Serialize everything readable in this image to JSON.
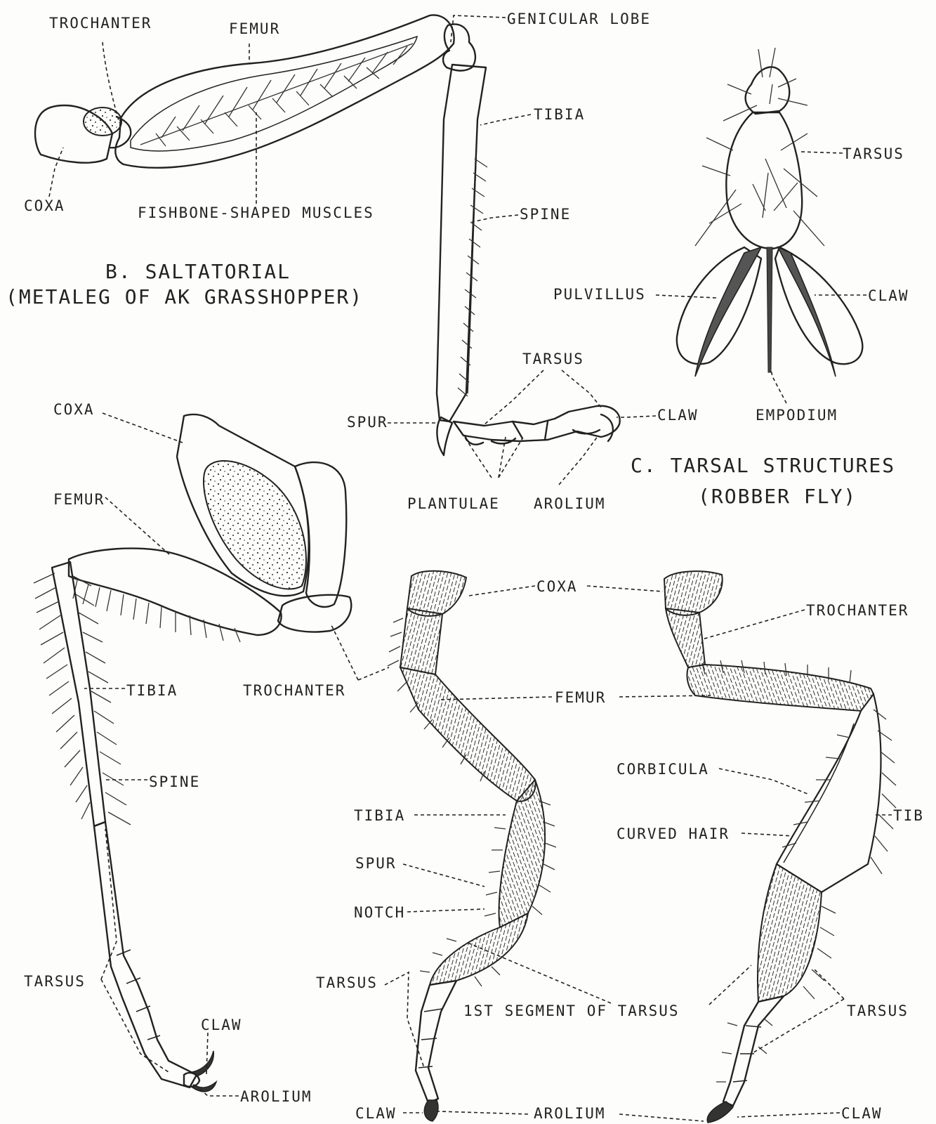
{
  "panel_b": {
    "caption_line1": "B. SALTATORIAL",
    "caption_line2": "(METALEG OF AK GRASSHOPPER)",
    "labels": {
      "trochanter": "TROCHANTER",
      "femur": "FEMUR",
      "genicular_lobe": "GENICULAR LOBE",
      "tibia": "TIBIA",
      "coxa": "COXA",
      "fishbone_muscles": "FISHBONE-SHAPED MUSCLES",
      "spine": "SPINE",
      "tarsus": "TARSUS",
      "spur": "SPUR",
      "claw": "CLAW",
      "plantulae": "PLANTULAE",
      "arolium": "AROLIUM"
    }
  },
  "panel_c": {
    "caption_line1": "C. TARSAL STRUCTURES",
    "caption_line2": "(ROBBER FLY)",
    "labels": {
      "tarsus": "TARSUS",
      "pulvillus": "PULVILLUS",
      "claw": "CLAW",
      "empodium": "EMPODIUM"
    }
  },
  "panel_raptorial": {
    "labels": {
      "coxa": "COXA",
      "femur": "FEMUR",
      "tibia": "TIBIA",
      "trochanter": "TROCHANTER",
      "spine": "SPINE",
      "tarsus": "TARSUS",
      "claw": "CLAW",
      "arolium": "AROLIUM"
    }
  },
  "panel_bee": {
    "labels": {
      "coxa": "COXA",
      "trochanter": "TROCHANTER",
      "femur": "FEMUR",
      "corbicula": "CORBICULA",
      "tibia_left": "TIBIA",
      "tibia_right": "TIB",
      "curved_hair": "CURVED HAIR",
      "spur": "SPUR",
      "notch": "NOTCH",
      "tarsus_left": "TARSUS",
      "tarsus_right": "TARSUS",
      "first_segment": "1ST SEGMENT OF TARSUS",
      "claw_left": "CLAW",
      "arolium": "AROLIUM",
      "claw_right": "CLAW"
    }
  }
}
